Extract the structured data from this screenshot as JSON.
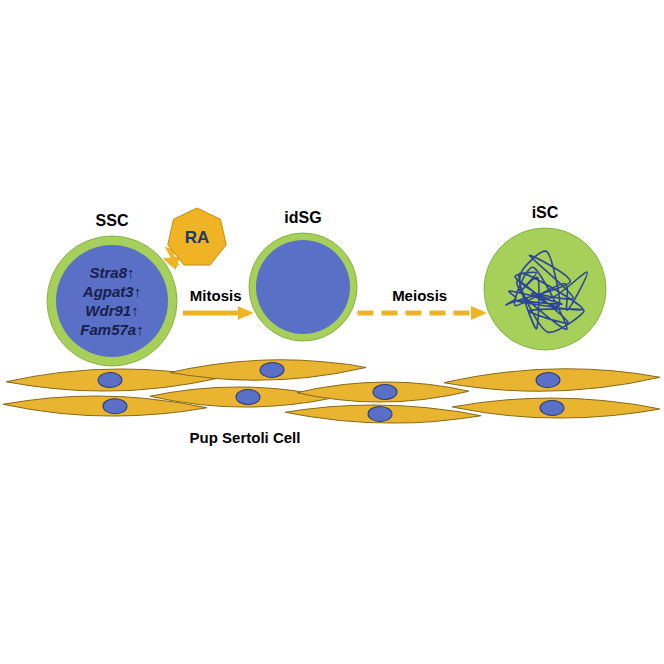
{
  "diagram": {
    "nodes": [
      {
        "text": [
          "SSC",
          "Stra8↑",
          "Agpat3↑",
          "Wdr91↑",
          "Fam57a↑"
        ]
      },
      {
        "text": [
          "RA"
        ]
      },
      {
        "text": [
          "idSG"
        ]
      },
      {
        "text": [
          "iSC"
        ]
      }
    ],
    "edges": [
      {
        "from": 0,
        "to": 2,
        "arrow": "to",
        "label": "Mitosis"
      },
      {
        "from": 2,
        "to": 3,
        "arrow": "to",
        "label": "Meiosis"
      },
      {
        "from": 1,
        "to": 0,
        "arrow": "to"
      }
    ],
    "labels": [
      "Pup Sertoli Cell"
    ]
  }
}
